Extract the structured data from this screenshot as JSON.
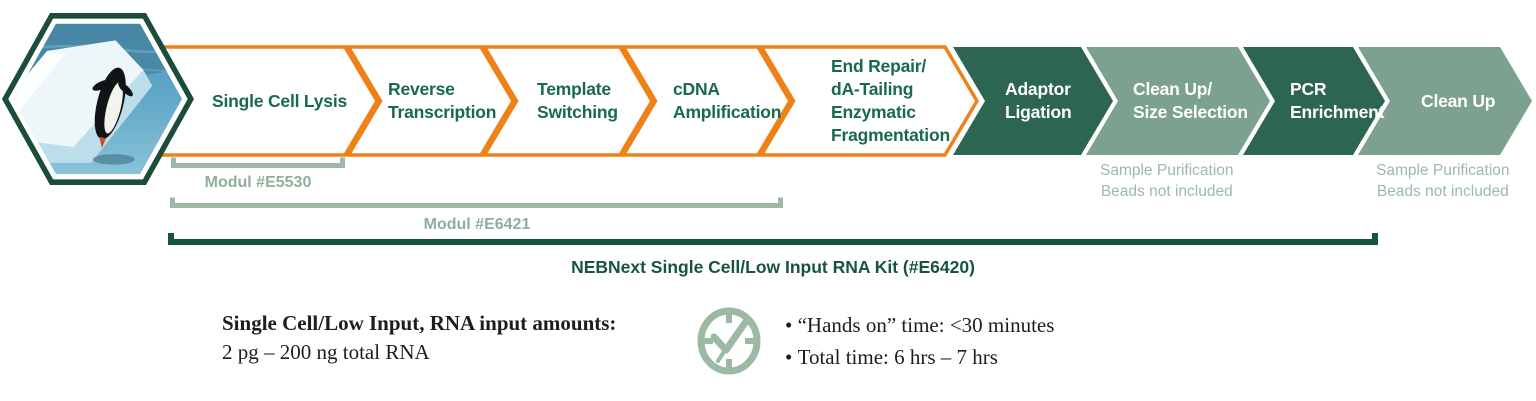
{
  "colors": {
    "accent_orange": "#EF8119",
    "chevron_dark_green": "#2D6553",
    "chevron_sage_green": "#7CA18E",
    "step_text_green": "#186A4B",
    "bracket_sage": "#9FB9A6",
    "bracket_dark_green": "#17543F",
    "note_sage": "#9CBAA6"
  },
  "workflow": {
    "steps": [
      {
        "lines": [
          "Single Cell Lysis"
        ],
        "style": "orange-outline"
      },
      {
        "lines": [
          "Reverse",
          "Transcription"
        ],
        "style": "orange-outline"
      },
      {
        "lines": [
          "Template",
          "Switching"
        ],
        "style": "orange-outline"
      },
      {
        "lines": [
          "cDNA",
          "Amplification"
        ],
        "style": "orange-outline"
      },
      {
        "lines": [
          "End Repair/",
          "dA-Tailing",
          "Enzymatic",
          "Fragmentation"
        ],
        "style": "orange-outline"
      },
      {
        "lines": [
          "Adaptor",
          "Ligation"
        ],
        "style": "dark-green-solid"
      },
      {
        "lines": [
          "Clean Up/",
          "Size Selection"
        ],
        "style": "sage-green-solid",
        "note": [
          "Sample Purification",
          "Beads not included"
        ]
      },
      {
        "lines": [
          "PCR",
          "Enrichment"
        ],
        "style": "dark-green-solid"
      },
      {
        "lines": [
          "Clean Up"
        ],
        "style": "sage-green-solid",
        "note": [
          "Sample Purification",
          "Beads not included"
        ]
      }
    ],
    "brackets": [
      {
        "label": "Modul #E5530"
      },
      {
        "label": "Modul #E6421"
      },
      {
        "label": "NEBNext Single Cell/Low Input RNA Kit (#E6420)"
      }
    ],
    "photo": "penguin-diving-hexagon-photo"
  },
  "info": {
    "input_heading": "Single Cell/Low Input, RNA input amounts:",
    "input_range": "2 pg – 200 ng total RNA",
    "clock_icon": "clock-check-icon",
    "time_bullets": [
      "“Hands on” time: <30 minutes",
      "Total time: 6 hrs – 7 hrs"
    ]
  }
}
